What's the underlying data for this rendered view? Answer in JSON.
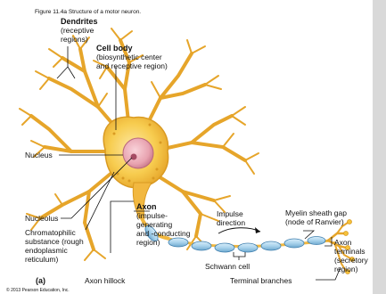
{
  "figure": {
    "caption": "Figure 11.4a  Structure of a motor neuron.",
    "panel_letter": "(a)",
    "copyright": "© 2013 Pearson Education, Inc."
  },
  "labels": {
    "dendrites": [
      "Dendrites",
      "(receptive",
      "regions)"
    ],
    "cell_body": [
      "Cell body",
      "(biosynthetic center",
      "and receptive region)"
    ],
    "nucleus": "Nucleus",
    "nucleolus": "Nucleolus",
    "chromatophilic": [
      "Chromatophilic",
      "substance (rough",
      "endoplasmic",
      "reticulum)"
    ],
    "axon": [
      "Axon",
      "(impulse-",
      "generating",
      "and -conducting",
      "region)"
    ],
    "impulse": [
      "Impulse",
      "direction"
    ],
    "myelin_gap": [
      "Myelin sheath gap",
      "(node of Ranvier)"
    ],
    "axon_terminals": [
      "Axon",
      "terminals",
      "(secretory",
      "region)"
    ],
    "schwann": "Schwann cell",
    "axon_hillock": "Axon hillock",
    "terminal_branches": "Terminal branches"
  },
  "colors": {
    "cell": "#f5c23a",
    "cell_light": "#fde9a6",
    "nucleus": "#e8a3b0",
    "myelin": "#a9d3ec",
    "line": "#111111"
  }
}
